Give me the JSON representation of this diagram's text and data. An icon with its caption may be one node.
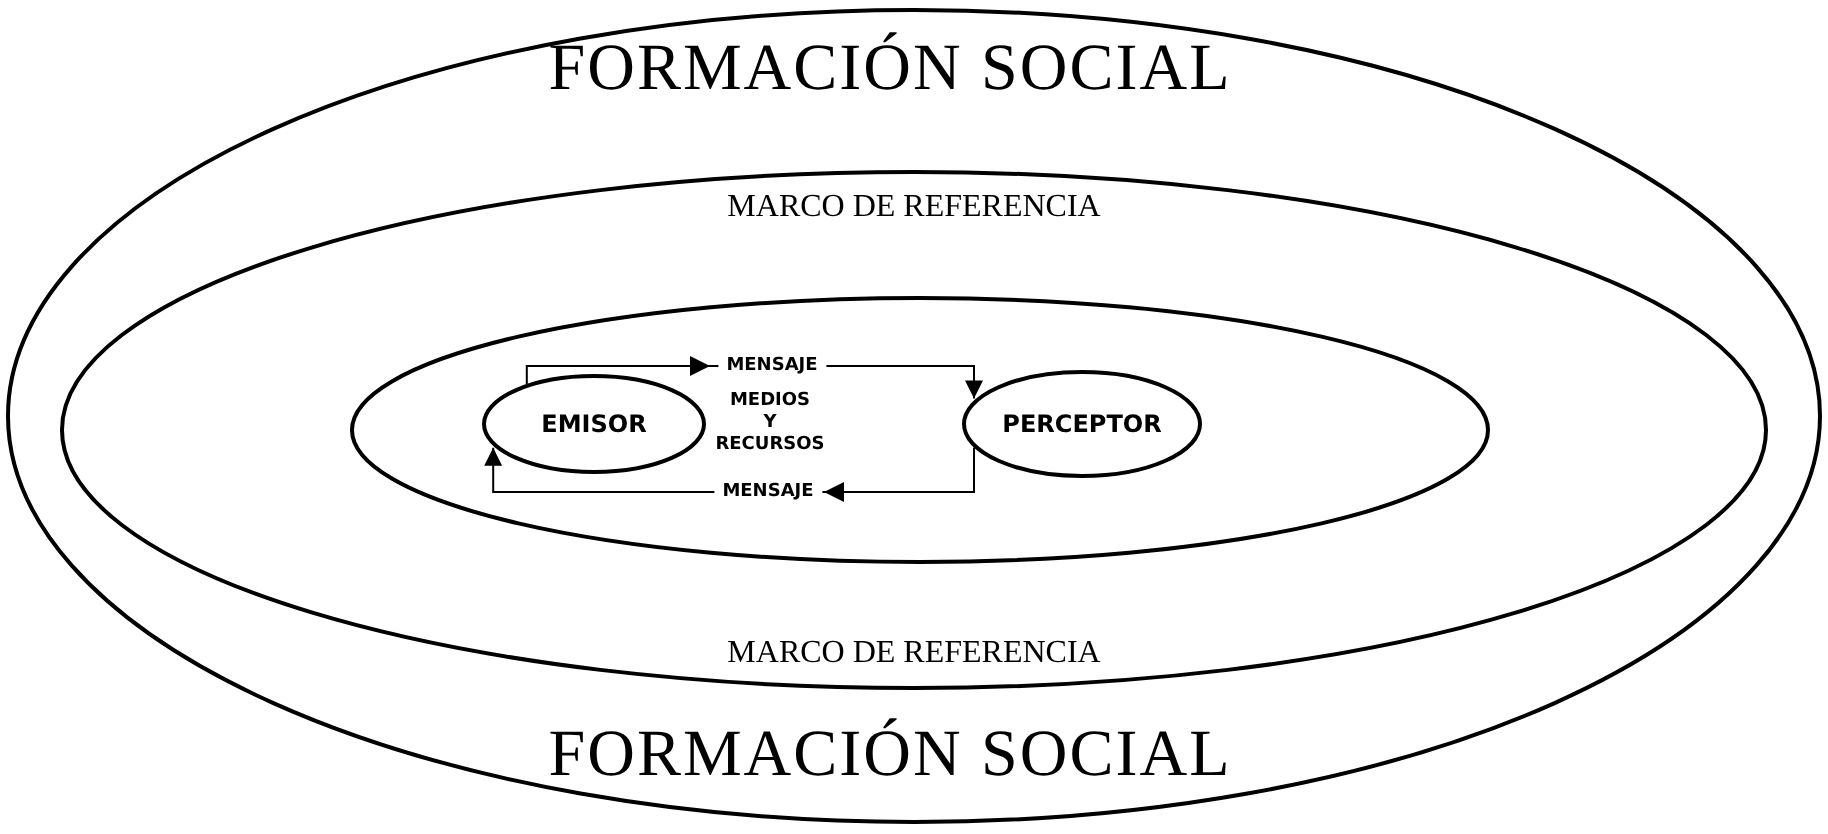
{
  "diagram": {
    "nodes": [
      {
        "text": [
          "FORMACIÓN SOCIAL",
          "FORMACIÓN SOCIAL"
        ]
      },
      {
        "text": [
          "MARCO DE REFERENCIA",
          "MARCO DE REFERENCIA"
        ],
        "in": 0
      },
      {
        "text": [
          "MEDIOS Y RECURSOS"
        ],
        "in": 1
      },
      {
        "text": [
          "EMISOR"
        ],
        "in": 2
      },
      {
        "text": [
          "PERCEPTOR"
        ],
        "in": 2
      }
    ],
    "edges": [
      {
        "from": 3,
        "to": 4,
        "arrow": "to",
        "label": "MENSAJE"
      },
      {
        "from": 4,
        "to": 3,
        "arrow": "to",
        "label": "MENSAJE"
      }
    ]
  }
}
